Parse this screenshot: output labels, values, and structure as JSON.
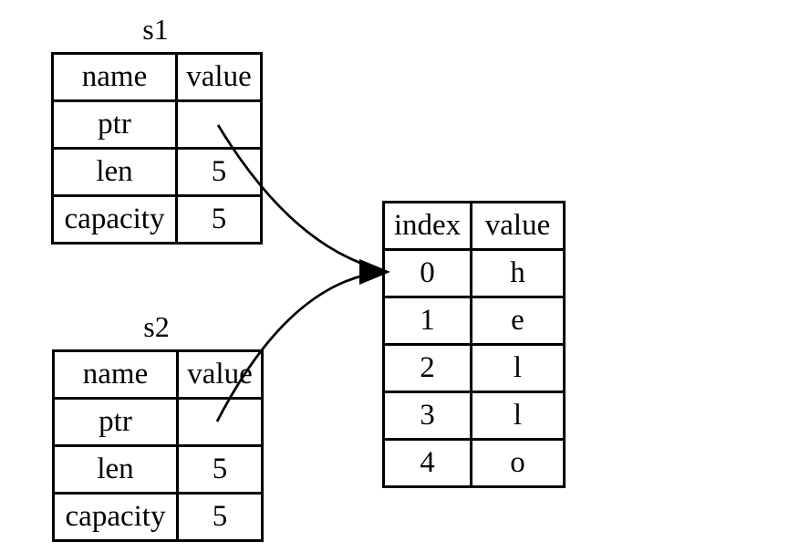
{
  "s1": {
    "title": "s1",
    "headers": [
      "name",
      "value"
    ],
    "rows": [
      {
        "name": "ptr",
        "value": ""
      },
      {
        "name": "len",
        "value": "5"
      },
      {
        "name": "capacity",
        "value": "5"
      }
    ]
  },
  "s2": {
    "title": "s2",
    "headers": [
      "name",
      "value"
    ],
    "rows": [
      {
        "name": "ptr",
        "value": ""
      },
      {
        "name": "len",
        "value": "5"
      },
      {
        "name": "capacity",
        "value": "5"
      }
    ]
  },
  "heap": {
    "headers": [
      "index",
      "value"
    ],
    "rows": [
      {
        "index": "0",
        "value": "h"
      },
      {
        "index": "1",
        "value": "e"
      },
      {
        "index": "2",
        "value": "l"
      },
      {
        "index": "3",
        "value": "l"
      },
      {
        "index": "4",
        "value": "o"
      }
    ]
  },
  "colors": {
    "line": "#000000",
    "text": "#000000",
    "background": "#ffffff"
  }
}
